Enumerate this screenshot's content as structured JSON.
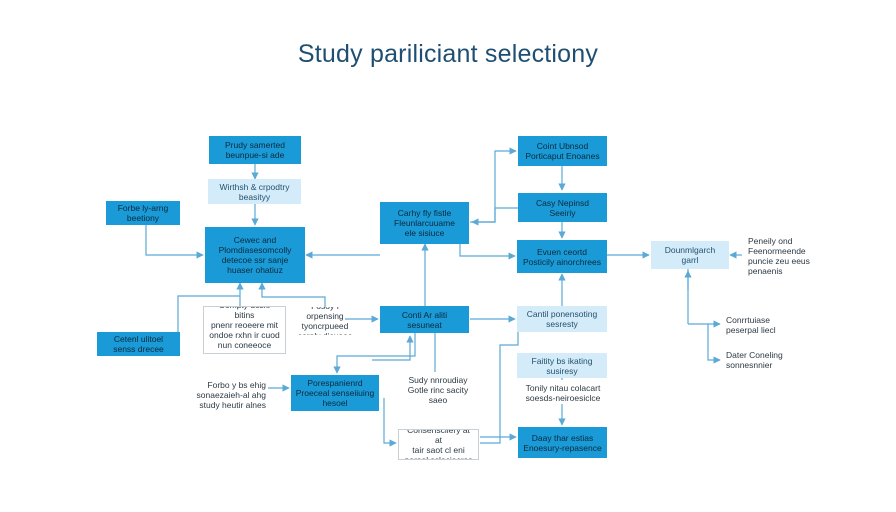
{
  "title": "Study pariliciant selectiony",
  "colors": {
    "accent": "#1a9ad6",
    "light": "#d4ecfa",
    "line": "#5aa9d6",
    "title": "#1e4f72"
  },
  "nodes": {
    "n1": "Prudy samerted\nbeunpue-si ade",
    "n2": "Wirthsh & crpodtry\nbeasityy",
    "n3": "Forbe ly-arng\nbeetiony",
    "n4": "Cewec and\nPlomdiasesomcolly\ndetecoe ssr sanje\nhuaser ohatiuz",
    "n5": "Compty dcsie bitins\npnenr reoeere mit\nondoe rxhn ir cuod\nnun coneeoce\npneeemes",
    "n6": "Fosoy I orpensing\ntyoncrpueed\nseraly dicuaes",
    "n7": "Cetenl ulitoel\nsenss drecee",
    "n8": "Carhy fly fistle\nFleunlarcuuame\nele sisiuce",
    "n9": "Conti Ar aliti\nsesuneat",
    "n10": "Forbo y bs ehig\nsonaezaieh-al ahg\nstudy heutir alnes",
    "n11": "Porespanienrd\nProeceal senseiiuing\nhesoel",
    "n12": "Sudy nnroudiay\nGotle rinc sacity\nsaeo",
    "n13": "Consenscilery at at\ntair saot cl eni\nperaal ssleciecres",
    "n14": "Coint Ubnsod\nPorticaput Enoanes",
    "n15": "Casy Nepinsd\nSeeiriy",
    "n16": "Evuen ceortd\nPosticily ainorchrees",
    "n17": "Cantil ponensoting\nsesresty",
    "n18": "Faitity bs ikating\nsusiresy",
    "n19": "Tonily nitau colacart\nsoesds-neiroesiclce",
    "n20": "Daay thar estias\nEnoesury-repasence",
    "n21": "Dounmlgarch\ngarrl",
    "n22": "Peneily ond\nFeenormeende\npuncie zeu eeus\npenaenis",
    "n23": "Conrrtuiase\npeserpal liecl",
    "n24": "Dater Coneling\nsonnesnnier"
  }
}
